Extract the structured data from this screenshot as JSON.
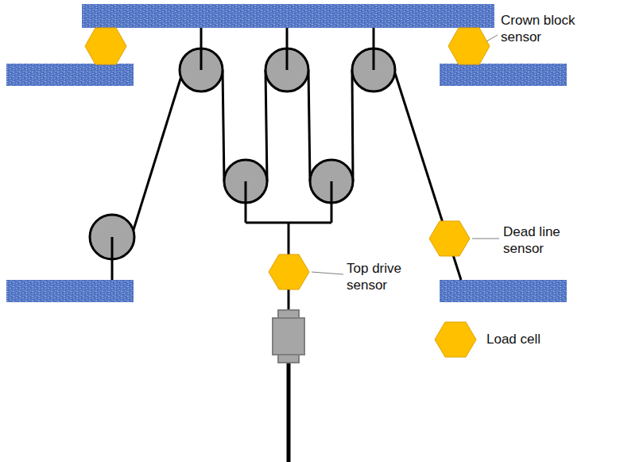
{
  "diagram": {
    "labels": [
      "Crown block sensor",
      "Dead line sensor",
      "Top drive sensor"
    ],
    "legend": [
      {
        "text": "Load cell"
      }
    ]
  }
}
